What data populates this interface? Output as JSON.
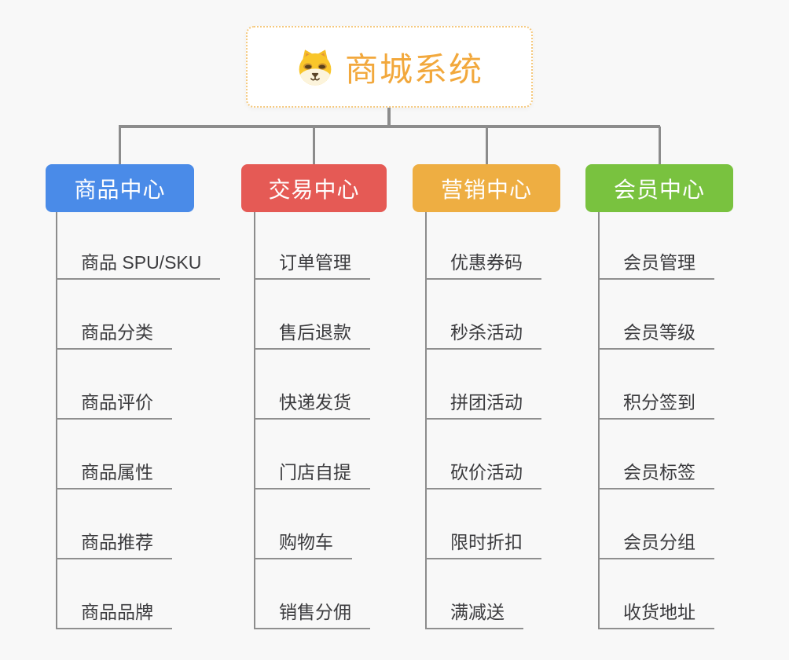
{
  "root": {
    "title": "商城系统",
    "icon": "dog-icon",
    "accent_color": "#F2A83C",
    "border_color": "#F5C97E"
  },
  "colors": {
    "background": "#F8F8F8",
    "connector": "#8C8C8C",
    "subtopic_text": "#3B3B3E"
  },
  "branches": [
    {
      "label": "商品中心",
      "color": "#4A8BE8",
      "items": [
        "商品 SPU/SKU",
        "商品分类",
        "商品评价",
        "商品属性",
        "商品推荐",
        "商品品牌"
      ]
    },
    {
      "label": "交易中心",
      "color": "#E55A55",
      "items": [
        "订单管理",
        "售后退款",
        "快递发货",
        "门店自提",
        "购物车",
        "销售分佣"
      ]
    },
    {
      "label": "营销中心",
      "color": "#EEAE42",
      "items": [
        "优惠券码",
        "秒杀活动",
        "拼团活动",
        "砍价活动",
        "限时折扣",
        "满减送"
      ]
    },
    {
      "label": "会员中心",
      "color": "#79C23F",
      "items": [
        "会员管理",
        "会员等级",
        "积分签到",
        "会员标签",
        "会员分组",
        "收货地址"
      ]
    }
  ]
}
